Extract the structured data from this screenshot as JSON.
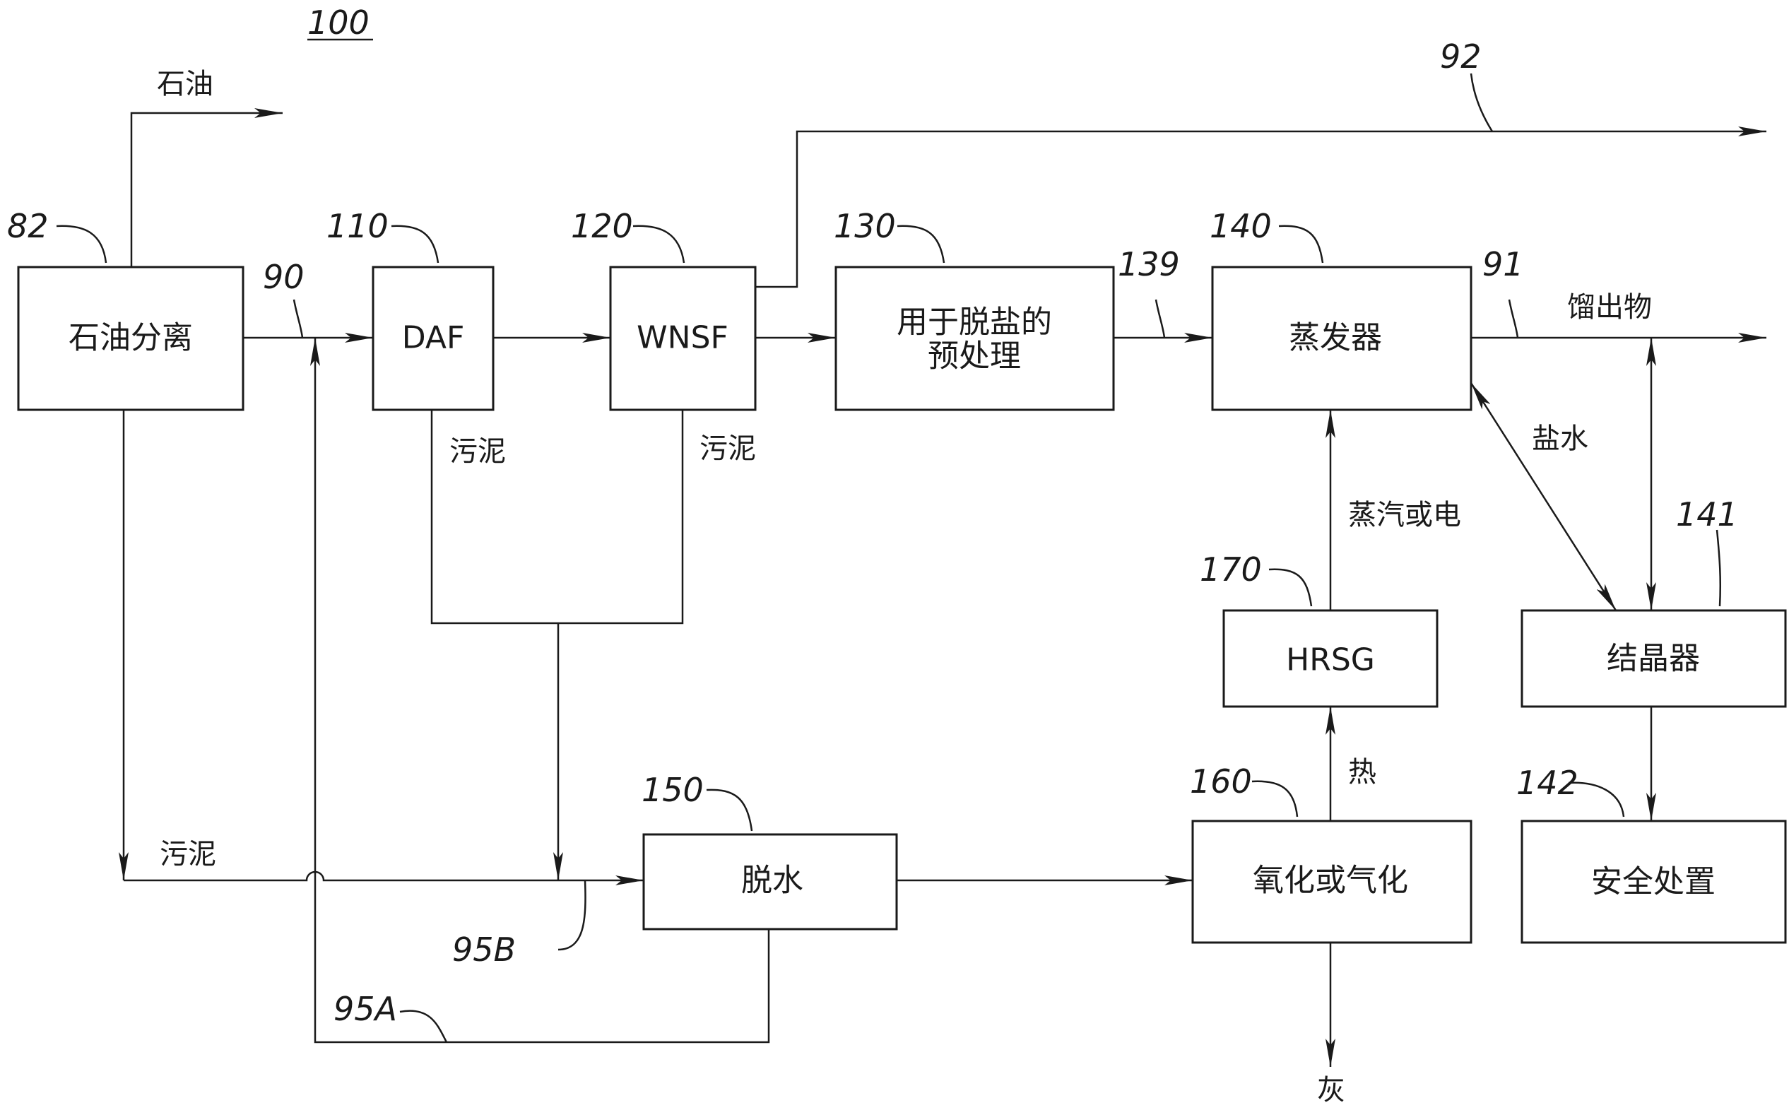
{
  "figure_number": "100",
  "colors": {
    "ink": "#1a1a1a",
    "background": "#ffffff"
  },
  "boxes": {
    "oil_separation": {
      "label": "石油分离",
      "ref": "82"
    },
    "daf": {
      "label": "DAF",
      "ref": "110"
    },
    "wnsf": {
      "label": "WNSF",
      "ref": "120"
    },
    "pretreatment": {
      "label_line1": "用于脱盐的",
      "label_line2": "预处理",
      "ref": "130"
    },
    "evaporator": {
      "label": "蒸发器",
      "ref": "140"
    },
    "crystallizer": {
      "label": "结晶器",
      "ref": "141"
    },
    "safe_disposal": {
      "label": "安全处置",
      "ref": "142"
    },
    "dewatering": {
      "label": "脱水",
      "ref": "150"
    },
    "oxidation": {
      "label": "氧化或气化",
      "ref": "160"
    },
    "hrsg": {
      "label": "HRSG",
      "ref": "170"
    }
  },
  "streams": {
    "oil_out": "石油",
    "sludge_daf": "污泥",
    "sludge_wnsf": "污泥",
    "sludge_oil": "污泥",
    "distillate": "馏出物",
    "brine": "盐水",
    "steam_or_power": "蒸汽或电",
    "heat": "热",
    "ash": "灰"
  },
  "stream_refs": {
    "s90": "90",
    "s91": "91",
    "s92": "92",
    "s139": "139",
    "s95a": "95A",
    "s95b": "95B"
  }
}
